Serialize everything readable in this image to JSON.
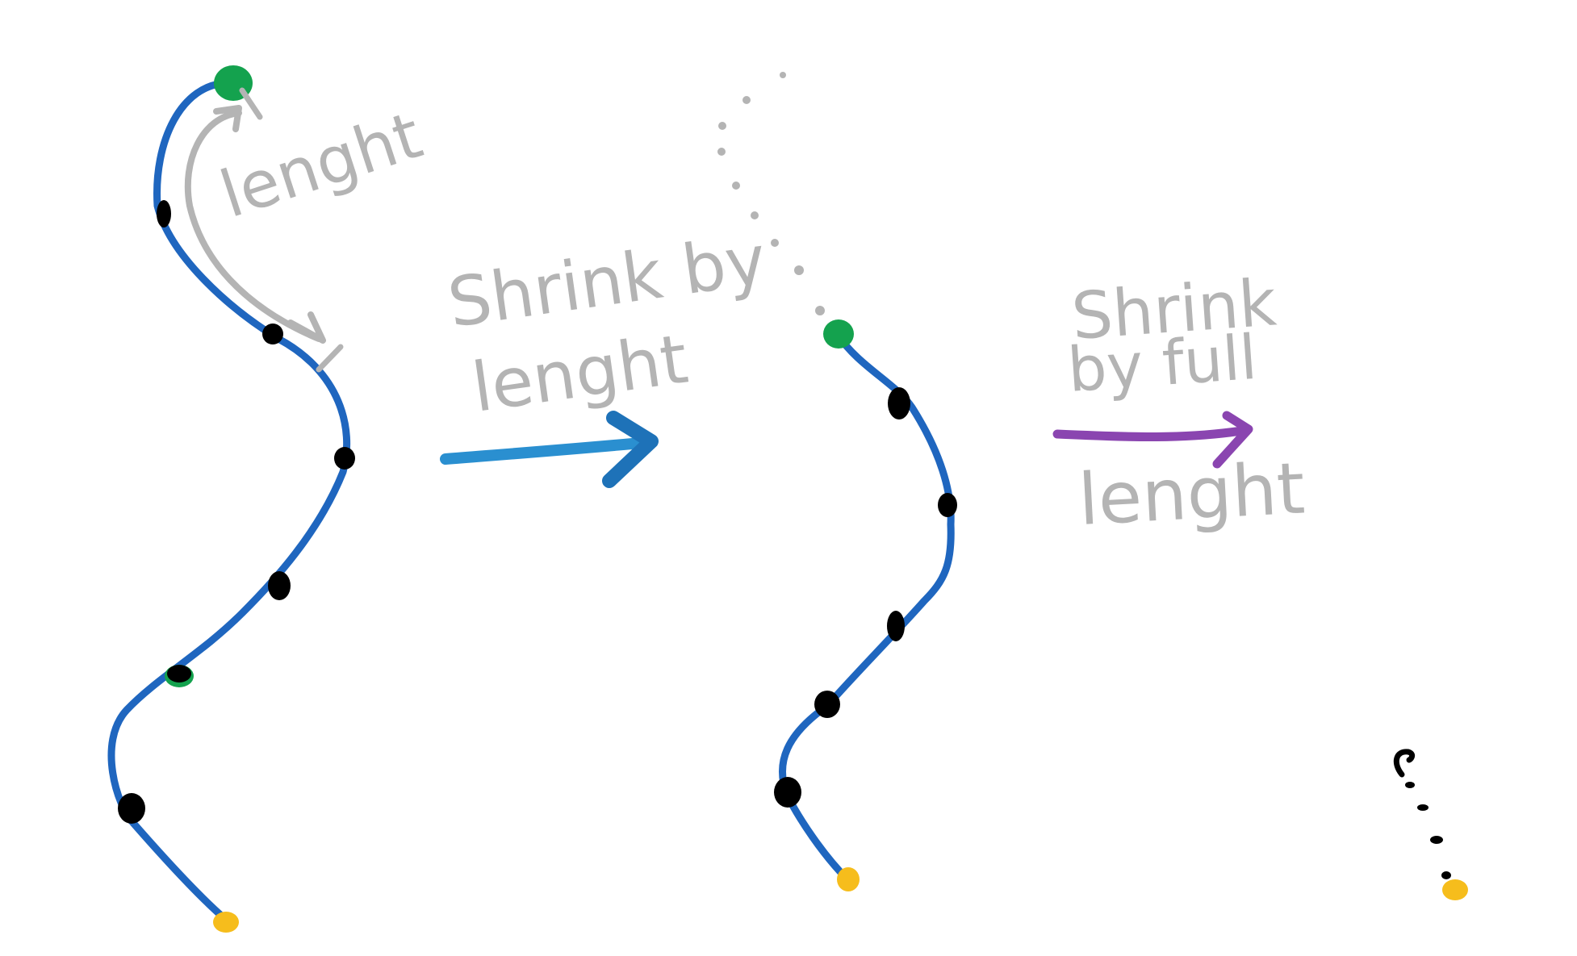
{
  "colors": {
    "background": "#ffffff",
    "curve": "#1f66bf",
    "start_point": "#14a24e",
    "end_point": "#f6bd1c",
    "segment_point": "#000000",
    "annotation": "#b4b4b4",
    "arrow_shrink_by_length": "#2a8fd0",
    "arrow_shrink_by_full_length": "#8a45b0"
  },
  "annotations": {
    "length_label": "lenght",
    "step1_top": "Shrink by",
    "step1_bottom": "lenght",
    "step2_line1": "Shrink",
    "step2_line2": "by full",
    "step2_bottom": "lenght"
  }
}
